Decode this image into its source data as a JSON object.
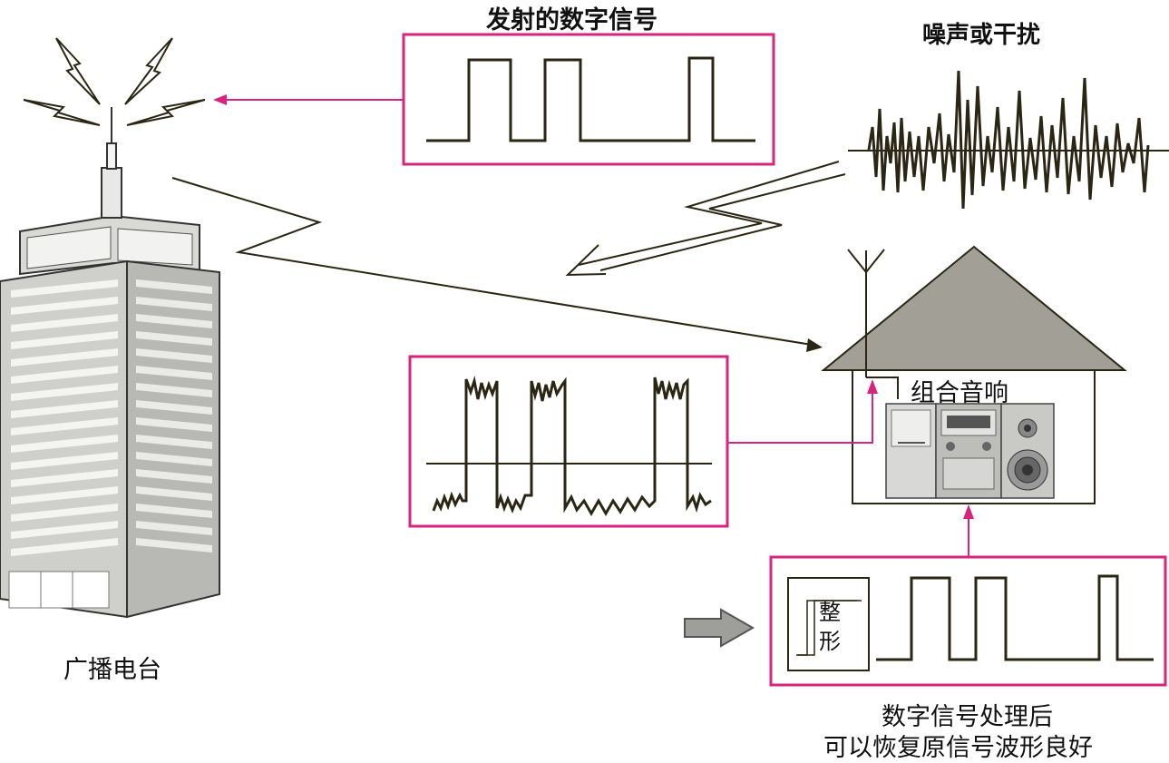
{
  "labels": {
    "transmitted_signal": "发射的数字信号",
    "noise": "噪声或干扰",
    "stereo": "组合音响",
    "station": "广播电台",
    "recovered_line1": "数字信号处理后",
    "recovered_line2": "可以恢复原信号波形良好",
    "shaper_line1": "整",
    "shaper_line2": "形"
  },
  "colors": {
    "box_border": "#d6247f",
    "arrow_magenta": "#d6247f",
    "wave_line": "#2b2614",
    "roof": "#a19f96",
    "building": "#c2c2bf"
  },
  "icons": [
    "lightning-icon",
    "antenna-icon",
    "building-icon",
    "house-icon",
    "stereo-icon",
    "arrow-right-icon"
  ]
}
